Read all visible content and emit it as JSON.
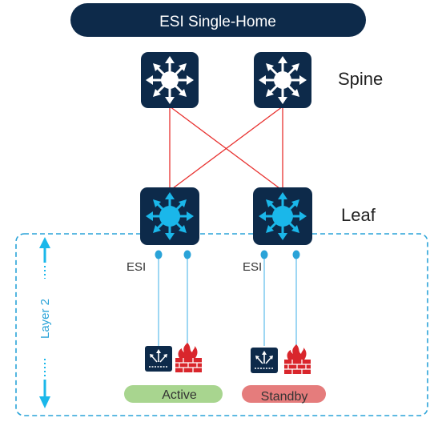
{
  "title": "ESI Single-Home",
  "tiers": {
    "spine": "Spine",
    "leaf": "Leaf"
  },
  "esi_labels": [
    "ESI",
    "ESI"
  ],
  "layer_label": "Layer 2",
  "states": {
    "active": "Active",
    "standby": "Standby"
  },
  "colors": {
    "navy": "#0d2a4a",
    "spine_glyph": "#ffffff",
    "leaf_glyph": "#1ab7ea",
    "fabric_link": "#e8312f",
    "access_link": "#74c6ee",
    "layer_box": "#2aa3d8",
    "firewall": "#d9262c",
    "active_pill": "#a8d58f",
    "standby_pill": "#e57c7c"
  },
  "icons": {
    "spine": "switch-icon",
    "leaf": "switch-icon",
    "service": "load-balancer-icon",
    "security": "firewall-icon"
  }
}
